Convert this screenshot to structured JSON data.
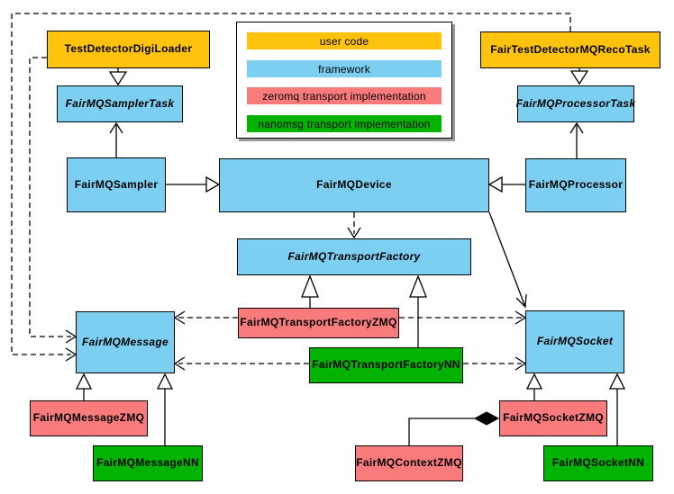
{
  "legend": {
    "items": [
      {
        "label": "user code",
        "color": "#FFC30D"
      },
      {
        "label": "framework",
        "color": "#7CCFF0"
      },
      {
        "label": "zeromq transport implementation",
        "color": "#F97B7B"
      },
      {
        "label": "nanomsg transport implementation",
        "color": "#02B302"
      }
    ]
  },
  "colors": {
    "user_code": "#FFC30D",
    "framework": "#7CCFF0",
    "zeromq": "#F97B7B",
    "nanomsg": "#02B302",
    "line": "#000000",
    "background": "#FFFFFF"
  },
  "nodes": {
    "test_detector_digi_loader": {
      "label": "TestDetectorDigiLoader",
      "category": "user code",
      "abstract": false
    },
    "fairmq_sampler_task": {
      "label": "FairMQSamplerTask",
      "category": "framework",
      "abstract": true
    },
    "fair_test_detector_mq_reco_task": {
      "label": "FairTestDetectorMQRecoTask",
      "category": "user code",
      "abstract": false
    },
    "fairmq_processor_task": {
      "label": "FairMQProcessorTask",
      "category": "framework",
      "abstract": true
    },
    "fairmq_sampler": {
      "label": "FairMQSampler",
      "category": "framework",
      "abstract": false
    },
    "fairmq_device": {
      "label": "FairMQDevice",
      "category": "framework",
      "abstract": false
    },
    "fairmq_processor": {
      "label": "FairMQProcessor",
      "category": "framework",
      "abstract": false
    },
    "fairmq_transport_factory": {
      "label": "FairMQTransportFactory",
      "category": "framework",
      "abstract": true
    },
    "fairmq_transport_factory_zmq": {
      "label": "FairMQTransportFactoryZMQ",
      "category": "zeromq",
      "abstract": false
    },
    "fairmq_transport_factory_nn": {
      "label": "FairMQTransportFactoryNN",
      "category": "nanomsg",
      "abstract": false
    },
    "fairmq_message": {
      "label": "FairMQMessage",
      "category": "framework",
      "abstract": true
    },
    "fairmq_socket": {
      "label": "FairMQSocket",
      "category": "framework",
      "abstract": true
    },
    "fairmq_message_zmq": {
      "label": "FairMQMessageZMQ",
      "category": "zeromq",
      "abstract": false
    },
    "fairmq_message_nn": {
      "label": "FairMQMessageNN",
      "category": "nanomsg",
      "abstract": false
    },
    "fairmq_context_zmq": {
      "label": "FairMQContextZMQ",
      "category": "zeromq",
      "abstract": false
    },
    "fairmq_socket_zmq": {
      "label": "FairMQSocketZMQ",
      "category": "zeromq",
      "abstract": false
    },
    "fairmq_socket_nn": {
      "label": "FairMQSocketNN",
      "category": "nanomsg",
      "abstract": false
    }
  }
}
